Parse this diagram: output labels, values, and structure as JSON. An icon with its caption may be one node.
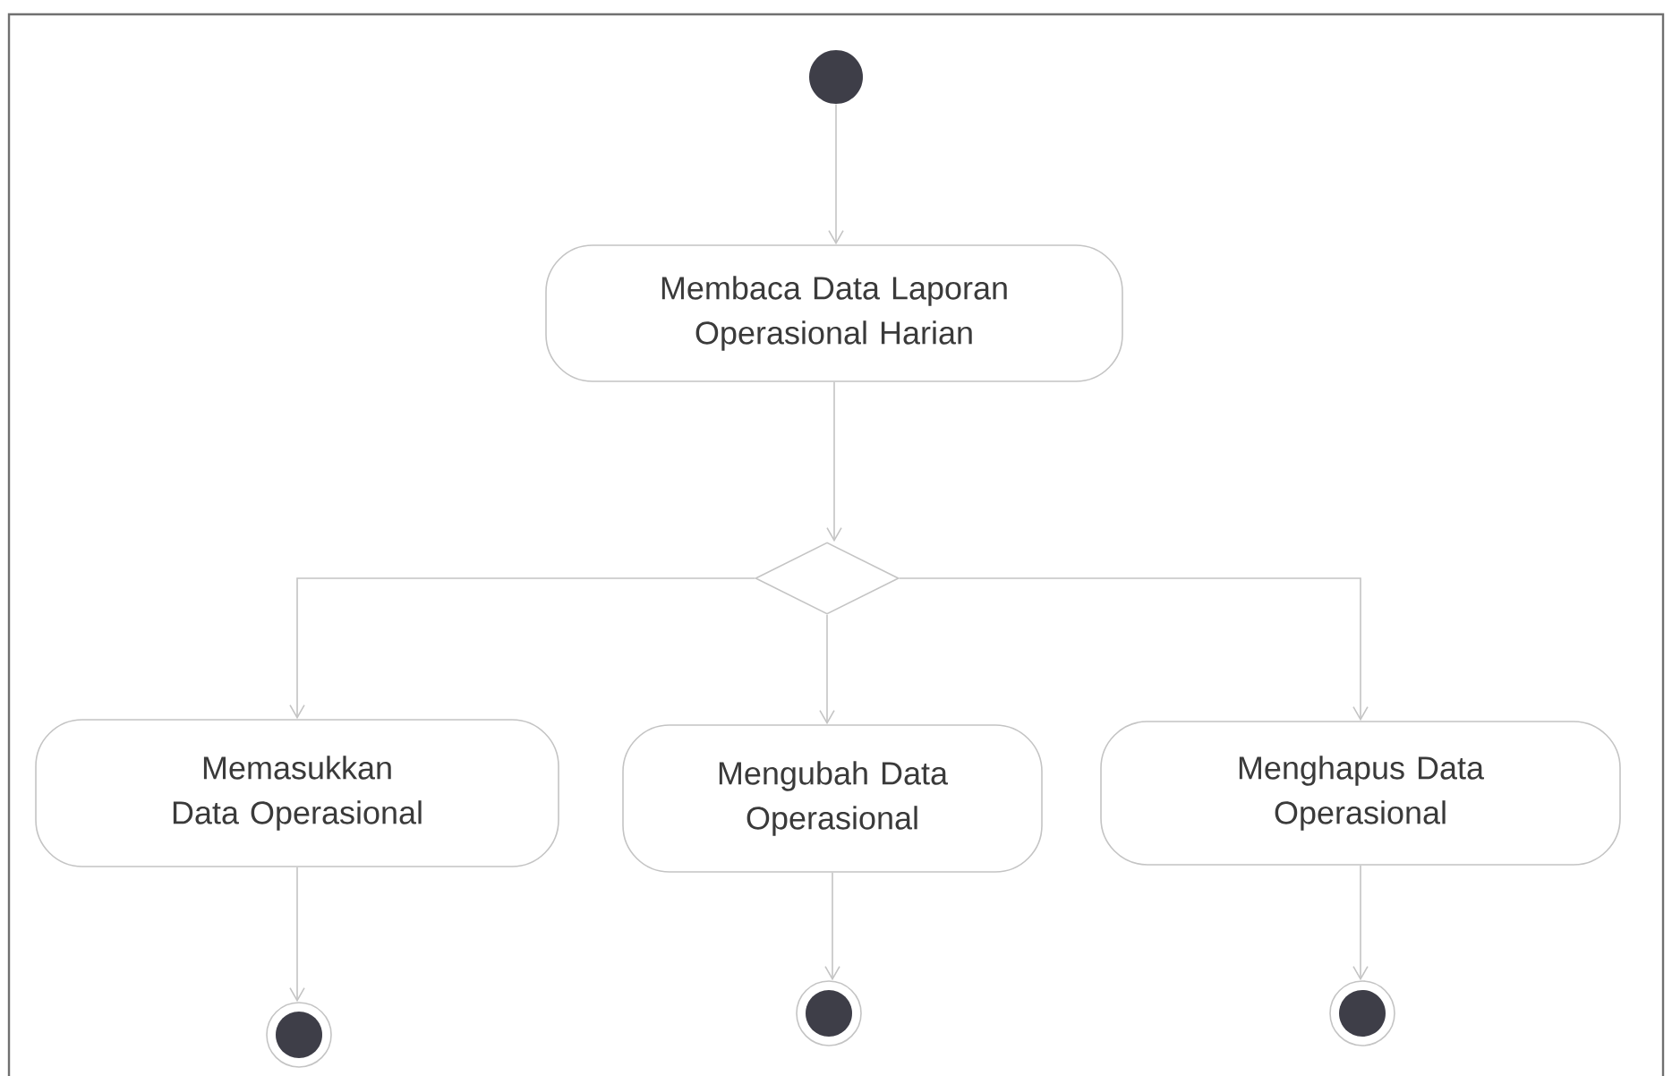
{
  "diagram": {
    "nodes": [
      {
        "text": [],
        "shape": "circle"
      },
      {
        "text": [
          "Membaca Data Laporan Operasional Harian"
        ]
      },
      {
        "text": [],
        "shape": "diamond"
      },
      {
        "text": [
          "Memasukkan Data Operasional"
        ]
      },
      {
        "text": [
          "Mengubah Data Operasional"
        ]
      },
      {
        "text": [
          "Menghapus Data Operasional"
        ]
      },
      {
        "text": [],
        "shape": "circle"
      },
      {
        "text": [],
        "shape": "circle"
      },
      {
        "text": [],
        "shape": "circle"
      }
    ],
    "edges": [
      {
        "from": 0,
        "to": 1,
        "arrow": "to"
      },
      {
        "from": 1,
        "to": 2,
        "arrow": "to"
      },
      {
        "from": 2,
        "to": 3,
        "arrow": "to"
      },
      {
        "from": 2,
        "to": 4,
        "arrow": "to"
      },
      {
        "from": 2,
        "to": 5,
        "arrow": "to"
      },
      {
        "from": 3,
        "to": 6,
        "arrow": "to"
      },
      {
        "from": 4,
        "to": 7,
        "arrow": "to"
      },
      {
        "from": 5,
        "to": 8,
        "arrow": "to"
      }
    ]
  }
}
